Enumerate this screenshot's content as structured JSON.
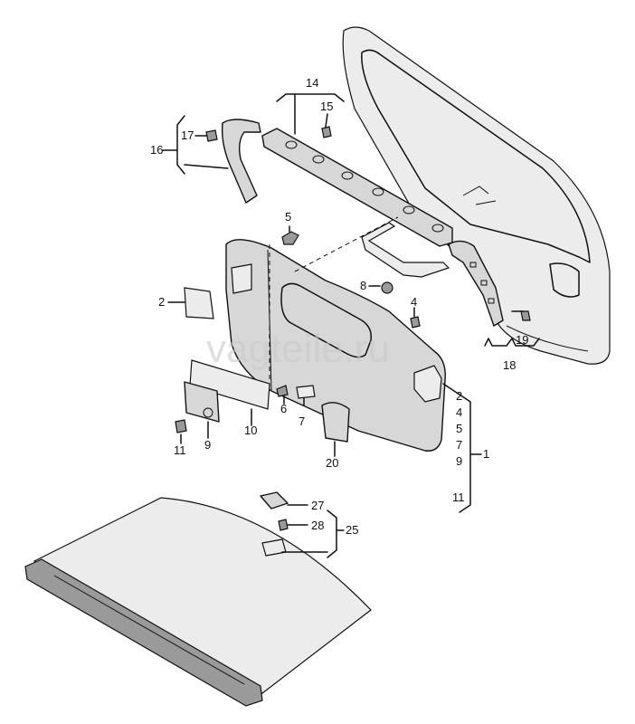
{
  "watermark": "vagteile.ru",
  "callouts": {
    "c1": "1",
    "c2": "2",
    "c4": "4",
    "c5": "5",
    "c6": "6",
    "c7": "7",
    "c8": "8",
    "c9": "9",
    "c10": "10",
    "c11": "11",
    "c14": "14",
    "c15": "15",
    "c16": "16",
    "c17": "17",
    "c18": "18",
    "c19": "19",
    "c20": "20",
    "c25": "25",
    "c27": "27",
    "c28": "28"
  },
  "group_1": [
    "2",
    "4",
    "5",
    "7",
    "9",
    "11"
  ]
}
